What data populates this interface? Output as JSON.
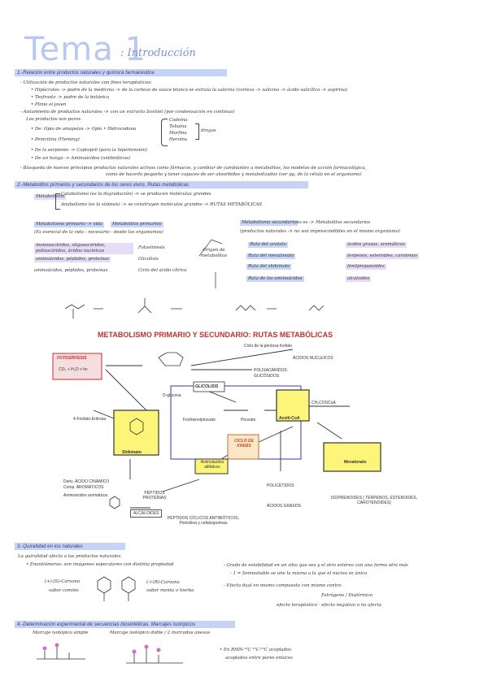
{
  "title": {
    "main": "Tema 1",
    "sub": ": Introducción"
  },
  "sections": {
    "s1": "1.-Relación entre productos naturales y química farmacéutica",
    "s2": "2.-Metabolitos primarios y secundarios de los seres vivos. Rutas metabólicas",
    "s3": "3.-Quiralidad en los naturales",
    "s4": "4.-Determinación experimental de secuencias biosintéticas. Marcajes isotópicos"
  },
  "s1_notes": [
    "- Utilización de productos naturales con fines terapéuticos:",
    "• Hipócrates -> padre de la medicina -> de la corteza de sauce blanco se extraía la salicina (corteza -> salicina -> ácido salicílico -> aspirina)",
    "• Teofrasto -> padre de la botánica",
    "• Plinio el joven",
    "- Aislamiento de productos naturales -> con un extracto Soxhlet (por condensación en continuo)",
    "Los productos son puros",
    "• De: Opio de amapolas -> Opio • Hidrocodona",
    "• Penicilina (Fleming)",
    "• De la serpiente -> Captopril (para la hipertensión)",
    "• De un hongo -> Aminoácidos (antibióticos)",
    "- Búsqueda de nuevos principios productos naturales activos como fármacos, y cambiar de cambiantes a metabolitos, los modelos de acción farmacológica,",
    "como de hacerlo pequeño y tener capaces de ser absorbidos y metabolizados (ver pg. de la célula en el organismo)"
  ],
  "drugs": [
    "Codeína",
    "Tebaína",
    "Morfina",
    "Heroína"
  ],
  "drugs_label": "drogas",
  "s2": {
    "metabolismo": "Metabolismo",
    "catabolismo": "Catabolismo (es la degradación) -> se producen moléculas grandes",
    "anabolismo": "Anabolismo (es la síntesis) -> se construyen moléculas grandes -> RUTAS METABÓLICAS",
    "primario_left": "Metabolismo primario -> vida",
    "primario_right": "Metabolitos primarios",
    "primario_desc": "(Es esencial de la vida - necesario - desde los organismos)",
    "sec_left": "Metabolismo secundario",
    "sec_right": "no es -> Metabolitos secundarios",
    "sec_desc": "(productos naturales -> no son imprescindibles en el mismo organismo)",
    "prim_rows": [
      {
        "a": "monosacáridos, oligosacáridos, polisacáridos, ácidos nucleicos",
        "b": "Fotosíntesis"
      },
      {
        "a": "aminoácidos, péptidos, proteínas",
        "b": "Glicólisis"
      },
      {
        "a": "aminoácidos, péptidos, proteínas",
        "b": "Ciclo del ácido cítrico"
      }
    ],
    "center_note": "Origen de metabolitos",
    "sec_rows": [
      {
        "a": "Ruta del acetato",
        "b": "ácidos grasos, aromáticos"
      },
      {
        "a": "Ruta del mevalonato",
        "b": "terpenos, esteroides, carotenos"
      },
      {
        "a": "Ruta del shikimato",
        "b": "fenilpropanoides"
      },
      {
        "a": "Ruta de los aminoácidos",
        "b": "alcaloides"
      }
    ]
  },
  "diagram": {
    "title": "METABOLISMO PRIMARIO Y SECUNDARIO: RUTAS METABÓLICAS",
    "fotosintesis": "FOTOSÍNTESIS",
    "fotos_eq": "CO₂ + H₂O + hν",
    "glicolisis": "GLICÓLISIS",
    "ciclo": "CICLO DE KREBS",
    "shikimato": "Shikimato",
    "acetil": "Acetil-CoA",
    "mevalonato": "Mevalonato",
    "aminoacidos": "Aminoácidos alifáticos",
    "acidos_nucleicos": "ÁCIDOS NUCLEICOS",
    "polisac": "POLISACÁRIDOS",
    "glicosidos": "GLICÓSIDOS",
    "ciclo_pentosa": "Ciclo de la pentosa fosfato",
    "dglucosa": "D-glucosa",
    "eritrosa": "4-Fosfato-Eritrosa",
    "fosfoenol": "Fosfoenolpiruvato",
    "piruvato": "Piruvato",
    "malonil": "CH₂COSCoA",
    "acido_cinamico": "Deriv. ÁCIDO CINÁMICO",
    "comp_arom": "Comp. AROMÁTICOS",
    "aminoac_arom": "Aminoácidos aromáticos",
    "peptidos": "PÉPTIDOS PROTEÍNAS",
    "alcaloides": "ALCALOIDES",
    "pep_ciclicos": "PÉPTIDOS CÍCLICOS ANTIBIÓTICOS, Penicilina y cefalosporinas",
    "policetidos": "POLICÉTIDOS",
    "acidos_grasos": "ÁCIDOS GRASOS",
    "isoprenoides": "ISOPRENOIDES ( TERPENOS, ESTEROIDES, CAROTENOIDES)"
  },
  "s3_notes": {
    "l1": "La quiralidad afecta a los productos naturales.",
    "l2": "• Enantiómeros: son imágenes especulares con distinta propiedad",
    "l3": "(+)-(S)-Carvona",
    "l3b": "sabor comino",
    "l4": "(-)-(R)-Carvona",
    "l4b": "sabor menta o hierba",
    "r1": "- Grado de estabilidad en un sitio que sea y el otro estéreo con una forma otra más",
    "r2": "- 1 = Semiestable se une la misma a la que el núcleo es único",
    "r3": "- Efecto dual en mismo compuesto con mismo centro",
    "r4": "Estrógeno / Disfórmico",
    "r5": "efecto terapéutico · efecto negativo o no afecta"
  },
  "s4_notes": {
    "l1": "Marcaje isotópico simple",
    "l2": "Marcaje isotópico doble / 2 marcados anexos",
    "r1": "• En RMN-¹³C ¹³C-¹³C acoplados",
    "r2": "acoplados entre pares enlaces"
  }
}
